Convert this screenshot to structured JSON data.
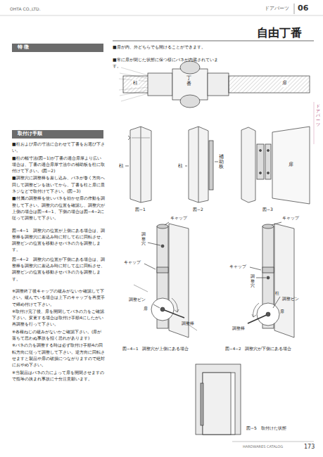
{
  "diagram": {
    "title": "自由丁番",
    "nodes": [
      {
        "text": [
          "特 徴"
        ]
      },
      {
        "text": [
          "取付け手順"
        ]
      }
    ],
    "labels": [
      "OHTA CO.,LTD.",
      "ドアパーツ",
      "06",
      "■扉が内、外どちらでも開けることができます。",
      "■常に扉が閉じた状態に保つ様にバネが内蔵されています。",
      "柱",
      "丁番",
      "扉",
      "ドアパーツ",
      "■柱および扉の寸法に合わせて丁番をお選び下さい。",
      "■柱の幅寸法(図−1)が丁番の適合扉厚より広い場合は、丁番の適合扉厚寸法巾の補助板を柱に取付けて下さい。(図−2)",
      "■調整穴に調整棒を差し込み、バネが巻く方向へ回して調整ピンを抜いてから、丁番を柱と扉に皿ネジなどで取付けて下さい。(図−3)",
      "■付属の調整棒を使いバネを効かせ扉の作動を調整して下さい。調整穴の位置を確認し、調整穴が上側の場合は図−4−1、下側の場合は図−4−2に従って調整して下さい。",
      "図−4−1　調整穴の位置が上側にある場合は、調整棒を調整穴に差込み時に対して右に回転させ、調整ピンの位置を移動させバネの力を調整します。",
      "図−4−2　調整穴の位置が下側にある場合は、調整棒を調整穴に差込み時に対して左に回転させ、調整ピンの位置を移動させバネの力を調整します。",
      "※調整終了後キャップの緩みがないか確認して下さい。緩んでいる場合は上下のキャップを再度手で締め付けて下さい。",
      "※取付け完了後、扉を開閉してバネの力をご確認下さい。変更する場合は取付け手順4にしたがい再調整を行って下さい。",
      "※各種ねじの緩みがないかご確認下さい。(扉が落ちて思わぬ事故を招く恐れがあります)",
      "※バネの力を調整する時は必ず取付け手順4の回転方向に従って調整して下さい。逆方向に回転させますと製品や扉の破損につながりますので絶対におやめ下さい。",
      "※当製品はバネの力によって扉を開閉させますので指等の挟まれ事故に十分注意願います。",
      "柱",
      "図−1",
      "柱",
      "補助板",
      "図−2",
      "扉",
      "図−3",
      "キャップ",
      "調整穴",
      "キャップ",
      "調整ピン",
      "扉",
      "調整棒",
      "図−4−1　調整穴が上側にある場合",
      "キャップ",
      "調整穴",
      "キャップ",
      "柱",
      "調整ピン",
      "扉",
      "調整棒",
      "図−4−2　調整穴が下側にある場合",
      "図−5　取付けた状態",
      "HARDWARES CATALOG",
      "173"
    ]
  }
}
